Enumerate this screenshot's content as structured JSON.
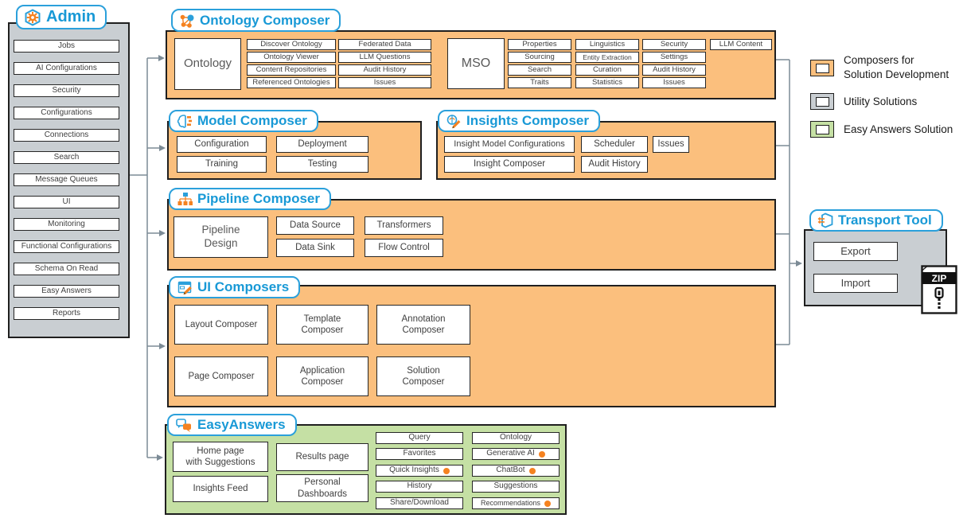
{
  "admin": {
    "title": "Admin",
    "items": [
      "Jobs",
      "AI Configurations",
      "Security",
      "Configurations",
      "Connections",
      "Search",
      "Message Queues",
      "UI",
      "Monitoring",
      "Functional Configurations",
      "Schema On Read",
      "Easy Answers",
      "Reports"
    ]
  },
  "ontology_composer": {
    "title": "Ontology Composer",
    "main_box": "Ontology",
    "col1": [
      "Discover Ontology",
      "Ontology Viewer",
      "Content Repositories",
      "Referenced Ontologies"
    ],
    "col2": [
      "Federated Data",
      "LLM Questions",
      "Audit History",
      "Issues"
    ],
    "mso_box": "MSO",
    "col3": [
      "Properties",
      "Sourcing",
      "Search",
      "Traits"
    ],
    "col4": [
      "Linguistics",
      "Entity Extraction",
      "Curation",
      "Statistics"
    ],
    "col5": [
      "Security",
      "Settings",
      "Audit History",
      "Issues"
    ],
    "col6": [
      "LLM Content"
    ]
  },
  "model_composer": {
    "title": "Model Composer",
    "buttons": [
      "Configuration",
      "Deployment",
      "Training",
      "Testing"
    ]
  },
  "insights_composer": {
    "title": "Insights Composer",
    "row1": [
      "Insight Model Configurations",
      "Scheduler",
      "Issues"
    ],
    "row2": [
      "Insight Composer",
      "Audit History"
    ]
  },
  "pipeline_composer": {
    "title": "Pipeline Composer",
    "main_box": "Pipeline\nDesign",
    "buttons": [
      "Data Source",
      "Transformers",
      "Data Sink",
      "Flow Control"
    ]
  },
  "ui_composers": {
    "title": "UI Composers",
    "buttons": [
      "Layout Composer",
      "Template\nComposer",
      "Annotation\nComposer",
      "Page Composer",
      "Application\nComposer",
      "Solution\nComposer"
    ]
  },
  "easy_answers": {
    "title": "EasyAnswers",
    "pages": [
      "Home page\nwith Suggestions",
      "Results page",
      "Insights Feed",
      "Personal\nDashboards"
    ],
    "col1": [
      {
        "label": "Query",
        "dot": false
      },
      {
        "label": "Favorites",
        "dot": false
      },
      {
        "label": "Quick Insights",
        "dot": true
      },
      {
        "label": "History",
        "dot": false
      },
      {
        "label": "Share/Download",
        "dot": false
      }
    ],
    "col2": [
      {
        "label": "Ontology",
        "dot": false
      },
      {
        "label": "Generative AI",
        "dot": true
      },
      {
        "label": "ChatBot",
        "dot": true
      },
      {
        "label": "Suggestions",
        "dot": false
      },
      {
        "label": "Recommendations",
        "dot": true
      }
    ]
  },
  "transport_tool": {
    "title": "Transport Tool",
    "buttons": [
      "Export",
      "Import"
    ],
    "zip_label": "ZIP"
  },
  "legend": {
    "items": [
      {
        "label": "Composers for\nSolution Development",
        "color": "#FBBF7D"
      },
      {
        "label": "Utility Solutions",
        "color": "#C9CED2"
      },
      {
        "label": "Easy Answers Solution",
        "color": "#C5E0A4"
      }
    ]
  },
  "colors": {
    "accent_blue": "#1899D6",
    "orange_fill": "#FBBF7D",
    "green_fill": "#C5E0A4",
    "gray_fill": "#C9CED2",
    "dot_orange": "#F58220",
    "connector_gray": "#7C8B96"
  }
}
